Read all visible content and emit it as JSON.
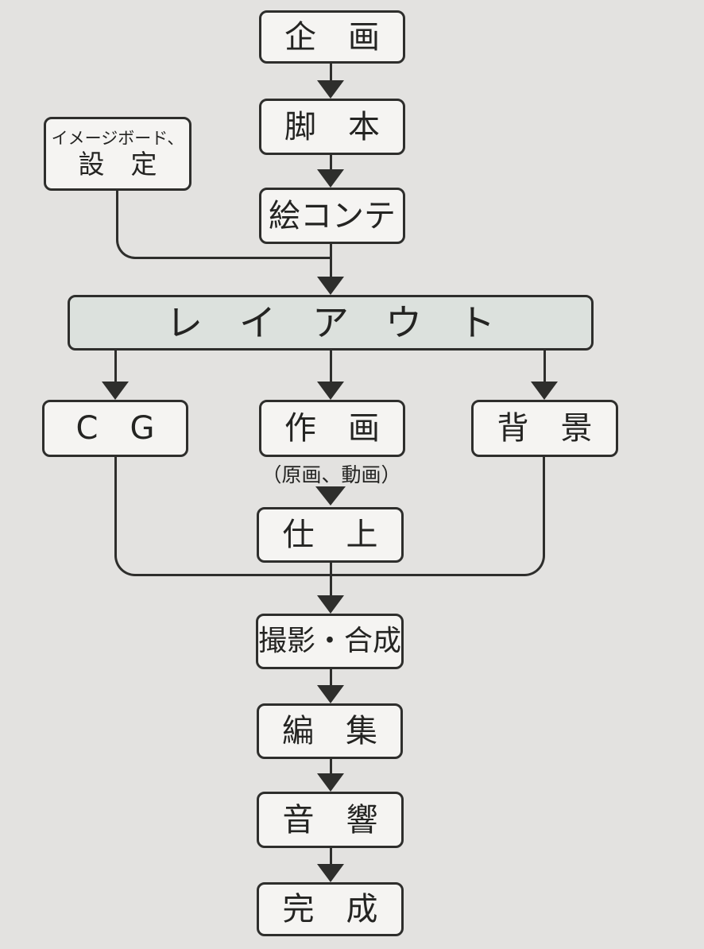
{
  "diagram": {
    "type": "flowchart",
    "language": "ja",
    "colors": {
      "background": "#e3e2e0",
      "box_fill": "#f5f4f2",
      "highlight_fill": "#dce1dd",
      "line": "#2e2e2c",
      "text": "#242422"
    },
    "nodes": {
      "kikaku": {
        "label": "企　画"
      },
      "kyakuhon": {
        "label": "脚　本"
      },
      "imageboard": {
        "line1": "イメージボード、",
        "line2": "設　定"
      },
      "ekonte": {
        "label": "絵コンテ"
      },
      "layout": {
        "label": "レ　イ　ア　ウ　ト"
      },
      "cg": {
        "label": "C　G"
      },
      "sakuga": {
        "label": "作　画"
      },
      "sakuga_note": {
        "label": "（原画、動画）"
      },
      "haikei": {
        "label": "背　景"
      },
      "shiage": {
        "label": "仕　上"
      },
      "satsuei": {
        "label": "撮影・合成"
      },
      "henshu": {
        "label": "編　集"
      },
      "onkyo": {
        "label": "音　響"
      },
      "kansei": {
        "label": "完　成"
      }
    },
    "edges": [
      {
        "from": "kikaku",
        "to": "kyakuhon"
      },
      {
        "from": "kyakuhon",
        "to": "ekonte"
      },
      {
        "from": "ekonte",
        "to": "layout"
      },
      {
        "from": "imageboard",
        "to": "layout"
      },
      {
        "from": "layout",
        "to": "cg"
      },
      {
        "from": "layout",
        "to": "sakuga"
      },
      {
        "from": "layout",
        "to": "haikei"
      },
      {
        "from": "sakuga",
        "to": "shiage"
      },
      {
        "from": "cg",
        "to": "satsuei"
      },
      {
        "from": "shiage",
        "to": "satsuei"
      },
      {
        "from": "haikei",
        "to": "satsuei"
      },
      {
        "from": "satsuei",
        "to": "henshu"
      },
      {
        "from": "henshu",
        "to": "onkyo"
      },
      {
        "from": "onkyo",
        "to": "kansei"
      }
    ]
  }
}
